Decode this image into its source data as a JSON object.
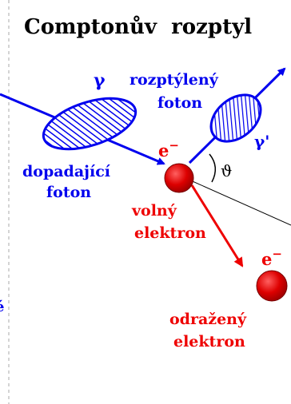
{
  "title": "Comptonův  rozptyl",
  "labels": {
    "gamma": "γ",
    "gamma_prime": "γ'",
    "scattered_photon_line1": "rozptýlený",
    "scattered_photon_line2": "foton",
    "incident_photon_line1": "dopadající",
    "incident_photon_line2": "foton",
    "electron_symbol_top": "e",
    "electron_symbol_bottom": "e",
    "electron_superscript": "−",
    "free_electron_line1": "volný",
    "free_electron_line2": "elektron",
    "recoil_electron_line1": "odražený",
    "recoil_electron_line2": "elektron",
    "theta": "ϑ",
    "left_edge_fragment": "é"
  },
  "colors": {
    "title": "#000000",
    "photon": "#0000ee",
    "electron": "#ee0000",
    "electron_fill": "#dd0000",
    "thin_line": "#000000",
    "dashed_line": "#999999"
  }
}
